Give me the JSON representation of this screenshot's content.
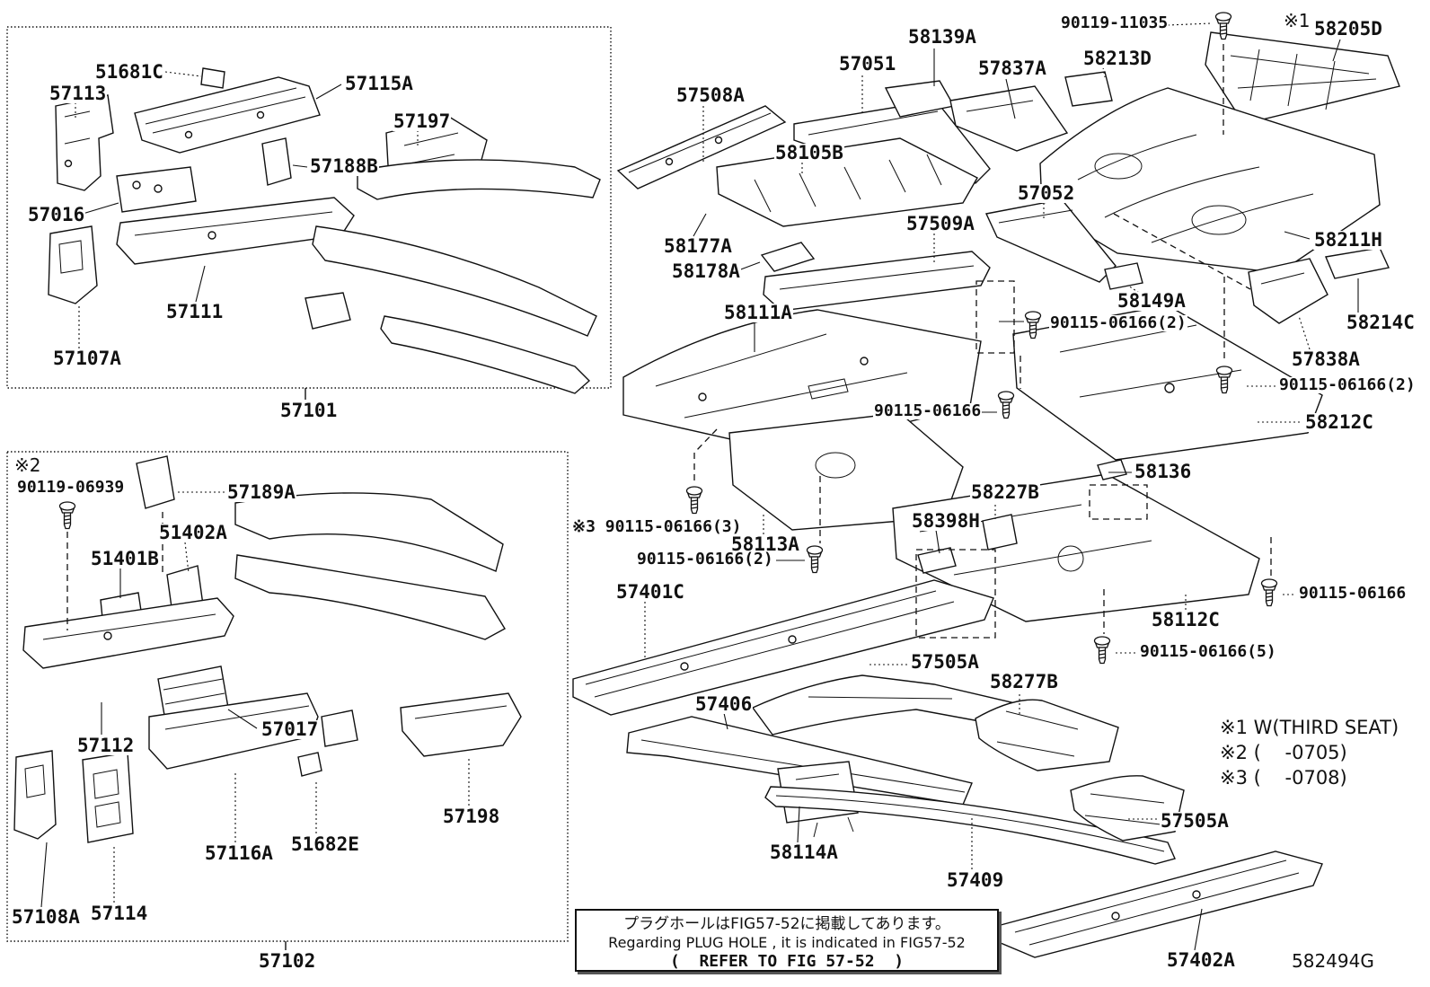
{
  "callouts": [
    {
      "text": "51681C"
    },
    {
      "text": "57113"
    },
    {
      "text": "57115A"
    },
    {
      "text": "57197"
    },
    {
      "text": "57188B"
    },
    {
      "text": "57016"
    },
    {
      "text": "57111"
    },
    {
      "text": "57107A"
    },
    {
      "text": "57101"
    },
    {
      "text": "※2"
    },
    {
      "text": "90119-06939"
    },
    {
      "text": "57189A"
    },
    {
      "text": "51402A"
    },
    {
      "text": "51401B"
    },
    {
      "text": "57112"
    },
    {
      "text": "57017"
    },
    {
      "text": "57116A"
    },
    {
      "text": "51682E"
    },
    {
      "text": "57198"
    },
    {
      "text": "57108A"
    },
    {
      "text": "57114"
    },
    {
      "text": "57102"
    },
    {
      "text": "57508A"
    },
    {
      "text": "57051"
    },
    {
      "text": "58139A"
    },
    {
      "text": "57837A"
    },
    {
      "text": "90119-11035"
    },
    {
      "text": "58213D"
    },
    {
      "text": "※1"
    },
    {
      "text": "58205D"
    },
    {
      "text": "58105B"
    },
    {
      "text": "58177A"
    },
    {
      "text": "58178A"
    },
    {
      "text": "57509A"
    },
    {
      "text": "57052"
    },
    {
      "text": "58111A"
    },
    {
      "text": "58211H"
    },
    {
      "text": "58149A"
    },
    {
      "text": "90115-06166(2)"
    },
    {
      "text": "58214C"
    },
    {
      "text": "57838A"
    },
    {
      "text": "90115-06166(2)"
    },
    {
      "text": "58212C"
    },
    {
      "text": "90115-06166"
    },
    {
      "text": "58136"
    },
    {
      "text": "58227B"
    },
    {
      "text": "58398H"
    },
    {
      "text": "※3 90115-06166(3)"
    },
    {
      "text": "58113A"
    },
    {
      "text": "90115-06166(2)"
    },
    {
      "text": "57401C"
    },
    {
      "text": "58112C"
    },
    {
      "text": "90115-06166"
    },
    {
      "text": "90115-06166(5)"
    },
    {
      "text": "57505A"
    },
    {
      "text": "58277B"
    },
    {
      "text": "57406"
    },
    {
      "text": "58114A"
    },
    {
      "text": "57409"
    },
    {
      "text": "57505A"
    },
    {
      "text": "57402A"
    }
  ],
  "legend": {
    "line1": "※1 W(THIRD SEAT)",
    "line2": "※2 (    -0705)",
    "line3": "※3 (    -0708)"
  },
  "note_box": {
    "jp": "プラグホールはFIG57-52に掲載してあります。",
    "en": "Regarding PLUG HOLE , it is indicated in FIG57-52",
    "ref": "(  REFER TO FIG 57-52  )"
  },
  "figure_code": "582494G"
}
